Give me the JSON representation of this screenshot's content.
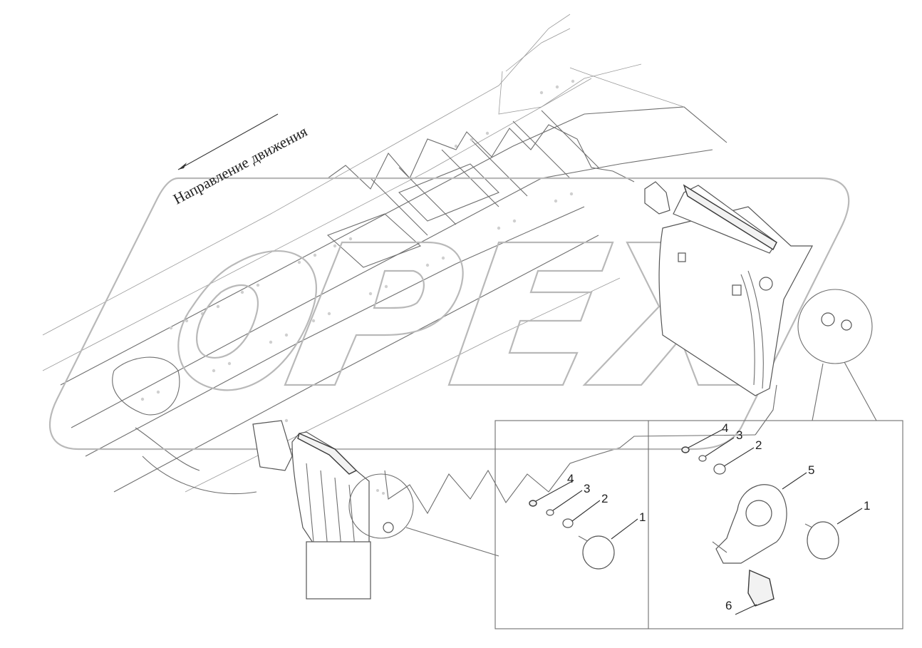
{
  "diagram": {
    "direction_label": "Направление движения",
    "watermark_logo": "OPEX",
    "detail_left": {
      "callouts": [
        "4",
        "3",
        "2",
        "1"
      ]
    },
    "detail_right": {
      "callouts": [
        "4",
        "3",
        "2",
        "5",
        "1",
        "6"
      ]
    },
    "colors": {
      "line": "#6e6e6e",
      "text": "#222222",
      "watermark": "#b9b9b9"
    }
  }
}
